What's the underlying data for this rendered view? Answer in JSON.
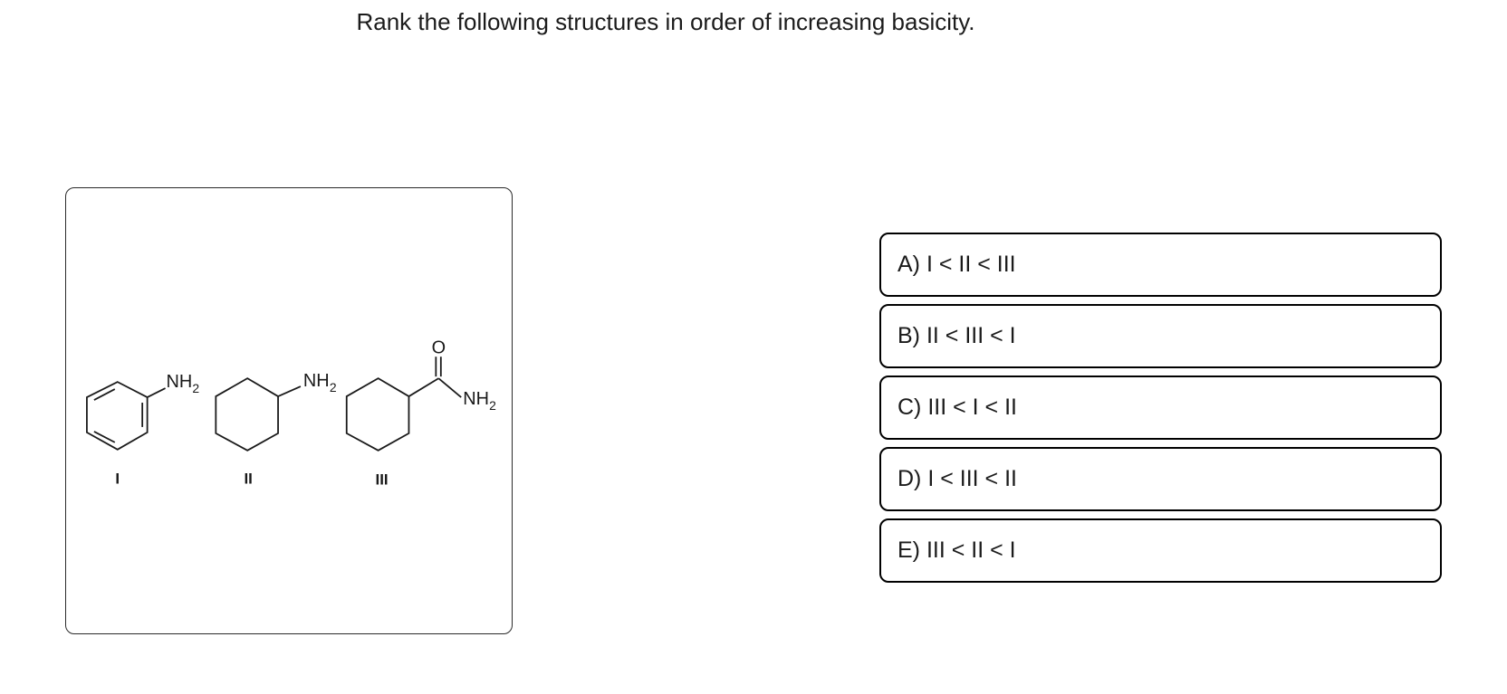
{
  "title": "Rank the following structures in order of increasing basicity.",
  "panel": {
    "structures": [
      {
        "label": "I"
      },
      {
        "label": "II"
      },
      {
        "label": "III"
      }
    ],
    "atom_text": {
      "amine": "NH",
      "amine_subscript": "2",
      "oxygen": "O"
    }
  },
  "options": [
    {
      "label": "A) I < II < III"
    },
    {
      "label": "B) II < III < I"
    },
    {
      "label": "C) III < I < II"
    },
    {
      "label": "D) I < III < II"
    },
    {
      "label": "E) III < II < I"
    }
  ],
  "colors": {
    "ink": "#1a1a1a",
    "background": "#ffffff",
    "option_border": "#000000"
  }
}
